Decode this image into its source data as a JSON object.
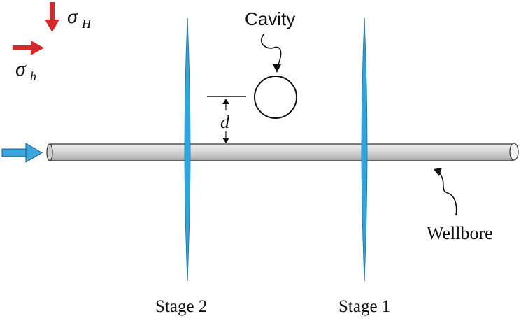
{
  "stress": {
    "max_symbol": "σ",
    "max_subscript": "H",
    "min_symbol": "σ",
    "min_subscript": "h"
  },
  "labels": {
    "cavity": "Cavity",
    "distance": "d",
    "wellbore": "Wellbore",
    "stage_2": "Stage 2",
    "stage_1": "Stage 1"
  },
  "colors": {
    "stress_arrow": "#d62a2a",
    "fracture": "#2aa6e0",
    "flow_arrow": "#3aa6dc",
    "wellbore_fill": "#d9d9d9",
    "line": "#111111"
  }
}
